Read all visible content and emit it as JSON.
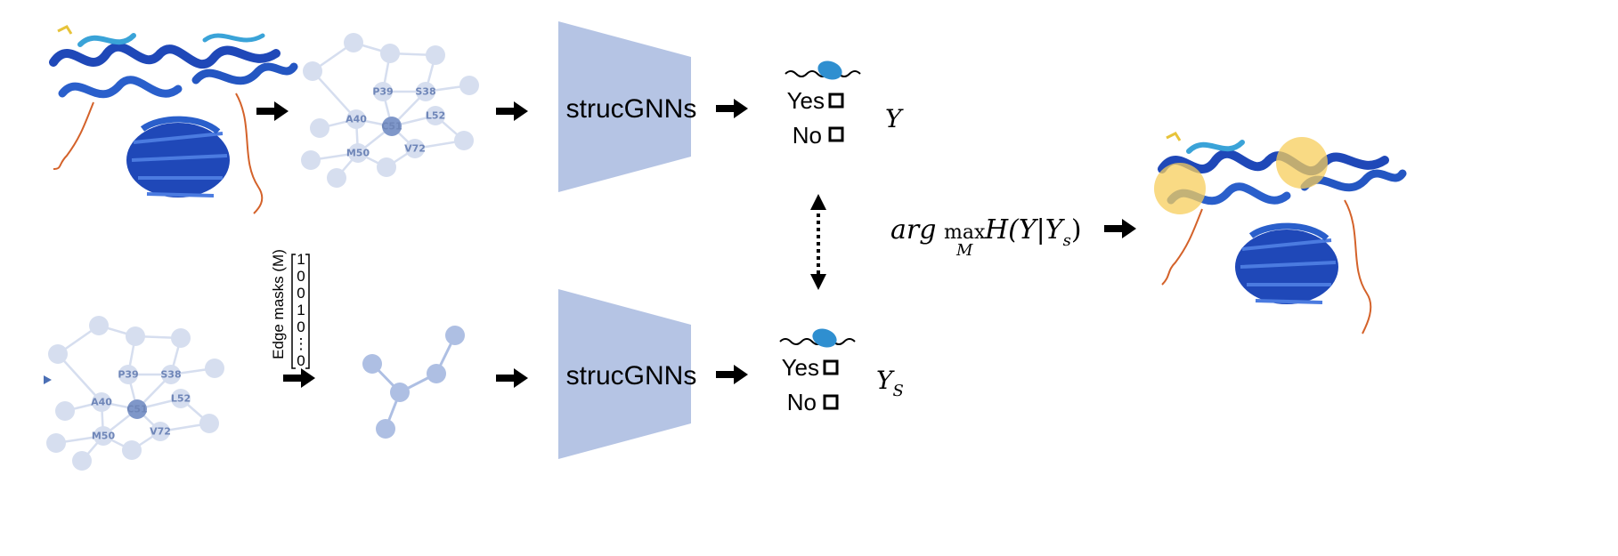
{
  "colors": {
    "graph_node": "#d6deef",
    "graph_edge": "#d6deef",
    "graph_center": "#7f97c9",
    "node_label": "#6f86b8",
    "subgraph": "#aebfe3",
    "model_fill": "#b5c4e4",
    "protein_blue": "#1f48b8",
    "protein_light": "#3aa3d8",
    "protein_orange": "#d4622a",
    "highlight": "#f7cd5b",
    "token_fill": "#2f8fd0",
    "arrow": "#000000"
  },
  "graph": {
    "center_label": "C51",
    "residue_labels": [
      "P39",
      "S38",
      "A40",
      "L52",
      "M50",
      "V72"
    ]
  },
  "models": {
    "top_label": "strucGNNs",
    "bottom_label": "strucGNNs"
  },
  "outputs": {
    "top": {
      "yes_label": "Yes",
      "no_label": "No",
      "symbol": "Y",
      "subscript": ""
    },
    "bottom": {
      "yes_label": "Yes",
      "no_label": "No",
      "symbol": "Y",
      "subscript": "S"
    }
  },
  "edge_mask": {
    "label": "Edge masks (M)",
    "values": [
      "1",
      "0",
      "0",
      "1",
      "0",
      "⋮",
      "0"
    ]
  },
  "objective": {
    "prefix": "arg",
    "operator": "max",
    "under": "M",
    "fn": "H(Y|Y",
    "sub": "s",
    "close": ")"
  },
  "icons": [
    "protein-structure-icon",
    "right-arrow-icon",
    "double-arrow-icon",
    "checkbox-icon",
    "molecule-token-icon"
  ]
}
